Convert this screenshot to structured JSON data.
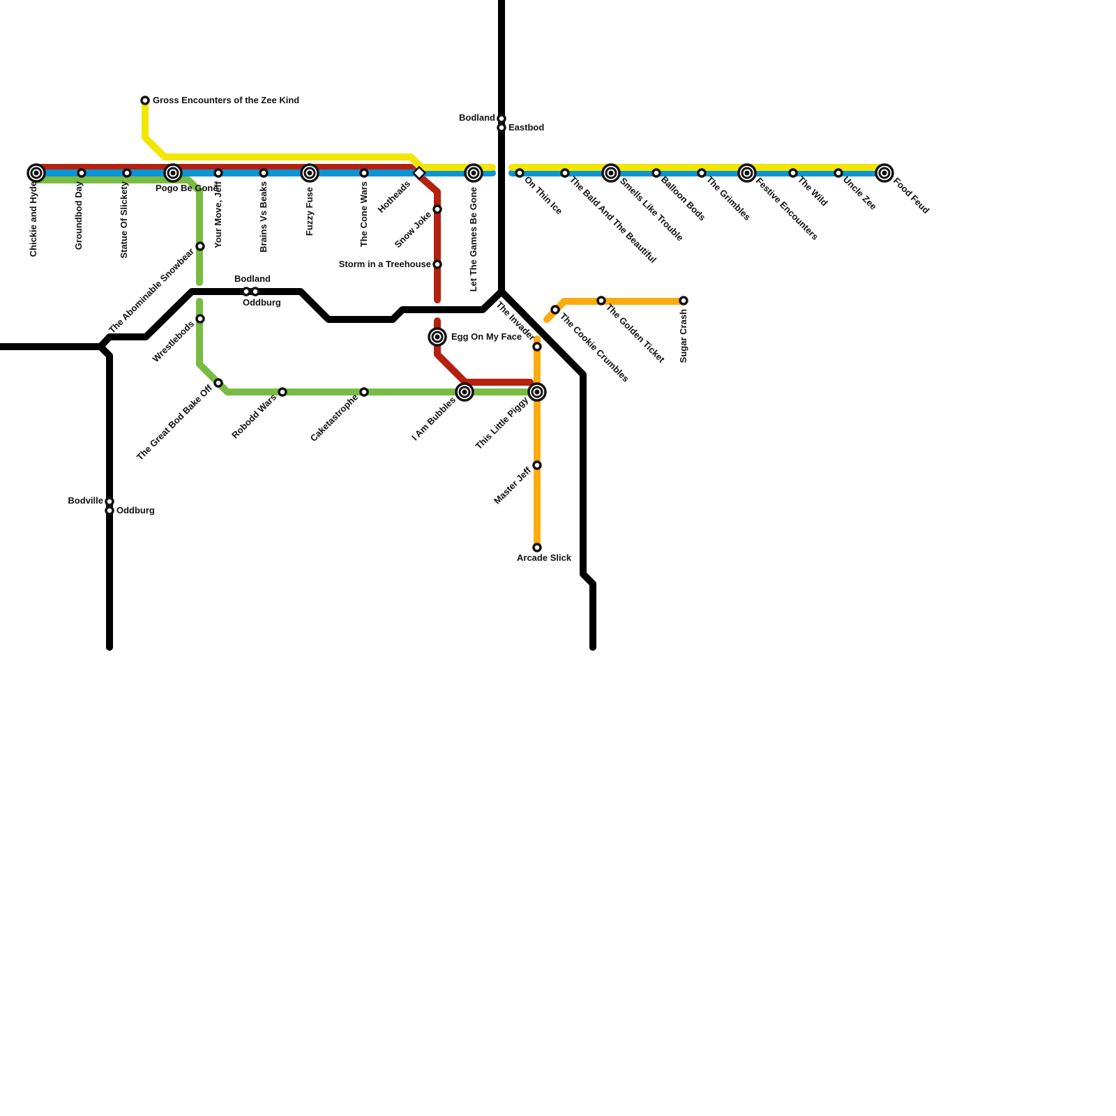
{
  "map": {
    "colors": {
      "red": "#b5200f",
      "blue": "#0a96d6",
      "green": "#79bc43",
      "yellow": "#f2e600",
      "orange": "#fbab0e",
      "black": "#000000"
    },
    "lines": [
      {
        "id": "red-line",
        "color": "red"
      },
      {
        "id": "blue-line",
        "color": "blue"
      },
      {
        "id": "green-line",
        "color": "green"
      },
      {
        "id": "yellow-line",
        "color": "yellow"
      },
      {
        "id": "orange-line",
        "color": "orange"
      },
      {
        "id": "black-line",
        "color": "black"
      }
    ],
    "stations": [
      {
        "id": "st-chickie-and-hyde",
        "name": "Chickie and Hyde",
        "type": "interchange"
      },
      {
        "id": "st-groundbod-day",
        "name": "Groundbod Day",
        "type": "stop"
      },
      {
        "id": "st-statue-of-slickety",
        "name": "Statue Of Slickety",
        "type": "stop"
      },
      {
        "id": "st-pogo-be-gone",
        "name": "Pogo Be Gone",
        "type": "interchange"
      },
      {
        "id": "st-your-move-jeff",
        "name": "Your Move, Jeff",
        "type": "stop"
      },
      {
        "id": "st-brains-vs-beaks",
        "name": "Brains Vs Beaks",
        "type": "stop"
      },
      {
        "id": "st-fuzzy-fuse",
        "name": "Fuzzy Fuse",
        "type": "interchange"
      },
      {
        "id": "st-the-cone-wars",
        "name": "The Cone Wars",
        "type": "stop"
      },
      {
        "id": "st-hotheads",
        "name": "Hotheads",
        "type": "junction"
      },
      {
        "id": "st-let-the-games-be-gone",
        "name": "Let The Games Be Gone",
        "type": "interchange"
      },
      {
        "id": "st-gross-encounters",
        "name": "Gross Encounters of the Zee Kind",
        "type": "stop"
      },
      {
        "id": "st-bodland-north",
        "name": "Bodland",
        "type": "stop"
      },
      {
        "id": "st-eastbod",
        "name": "Eastbod",
        "type": "stop"
      },
      {
        "id": "st-on-thin-ice",
        "name": "On Thin Ice",
        "type": "stop"
      },
      {
        "id": "st-the-bald-and-the-beautiful",
        "name": "The Bald And The Beautiful",
        "type": "stop"
      },
      {
        "id": "st-smells-like-trouble",
        "name": "Smells Like Trouble",
        "type": "interchange"
      },
      {
        "id": "st-balloon-bods",
        "name": "Balloon Bods",
        "type": "stop"
      },
      {
        "id": "st-the-grimbles",
        "name": "The Grimbles",
        "type": "stop"
      },
      {
        "id": "st-festive-encounters",
        "name": "Festive Encounters",
        "type": "interchange"
      },
      {
        "id": "st-the-wild",
        "name": "The Wild",
        "type": "stop"
      },
      {
        "id": "st-uncle-zee",
        "name": "Uncle Zee",
        "type": "stop"
      },
      {
        "id": "st-food-feud",
        "name": "Food Feud",
        "type": "interchange"
      },
      {
        "id": "st-snow-joke",
        "name": "Snow Joke",
        "type": "stop"
      },
      {
        "id": "st-storm-in-a-treehouse",
        "name": "Storm in a Treehouse",
        "type": "stop"
      },
      {
        "id": "st-egg-on-my-face",
        "name": "Egg On My Face",
        "type": "interchange"
      },
      {
        "id": "st-i-am-bubbles",
        "name": "I Am Bubbles",
        "type": "interchange"
      },
      {
        "id": "st-this-little-piggy",
        "name": "This Little Piggy",
        "type": "interchange"
      },
      {
        "id": "st-the-abominable-snowbear",
        "name": "The Abominable Snowbear",
        "type": "stop"
      },
      {
        "id": "st-wrestlebods",
        "name": "Wrestlebods",
        "type": "stop"
      },
      {
        "id": "st-the-great-bod-bake-off",
        "name": "The Great Bod Bake Off",
        "type": "stop"
      },
      {
        "id": "st-robodd-wars",
        "name": "Robodd Wars",
        "type": "stop"
      },
      {
        "id": "st-caketastrophe",
        "name": "Caketastrophe",
        "type": "stop"
      },
      {
        "id": "st-bodland-mid",
        "name": "Bodland",
        "type": "stop"
      },
      {
        "id": "st-oddburg-mid",
        "name": "Oddburg",
        "type": "stop"
      },
      {
        "id": "st-bodville",
        "name": "Bodville",
        "type": "stop"
      },
      {
        "id": "st-oddburg-west",
        "name": "Oddburg",
        "type": "stop"
      },
      {
        "id": "st-the-invader",
        "name": "The Invader",
        "type": "stop"
      },
      {
        "id": "st-the-cookie-crumbles",
        "name": "The Cookie Crumbles",
        "type": "stop"
      },
      {
        "id": "st-the-golden-ticket",
        "name": "The Golden Ticket",
        "type": "stop"
      },
      {
        "id": "st-sugar-crash",
        "name": "Sugar Crash",
        "type": "stop"
      },
      {
        "id": "st-master-jeff",
        "name": "Master Jeff",
        "type": "stop"
      },
      {
        "id": "st-arcade-slick",
        "name": "Arcade Slick",
        "type": "stop"
      }
    ]
  }
}
